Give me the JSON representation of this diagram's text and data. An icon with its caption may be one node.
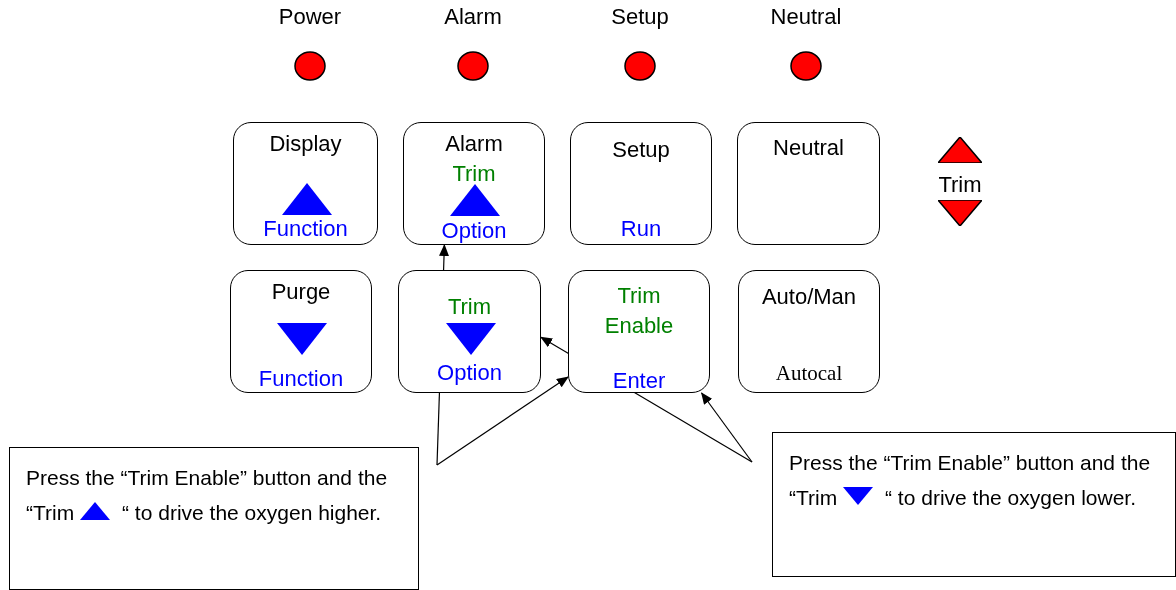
{
  "diagram": {
    "nodes": [
      {
        "text": [
          "Power"
        ]
      },
      {
        "text": [
          "Alarm"
        ]
      },
      {
        "text": [
          "Setup"
        ]
      },
      {
        "text": [
          "Neutral"
        ]
      },
      {
        "text": [
          "Display",
          "Function"
        ]
      },
      {
        "text": [
          "Alarm",
          "Trim",
          "Option"
        ]
      },
      {
        "text": [
          "Setup",
          "Run"
        ]
      },
      {
        "text": [
          "Neutral"
        ]
      },
      {
        "text": [
          "Purge",
          "Function"
        ]
      },
      {
        "text": [
          "Trim",
          "Option"
        ]
      },
      {
        "text": [
          "Trim Enable",
          "Enter"
        ]
      },
      {
        "text": [
          "Auto/Man",
          "Autocal"
        ]
      },
      {
        "text": [
          "Trim"
        ]
      },
      {
        "text": [
          "Press the “Trim Enable” button and the “Trim",
          "“ to drive the oxygen higher."
        ]
      },
      {
        "text": [
          "Press the “Trim Enable” button and the “Trim",
          "“ to drive the oxygen lower."
        ]
      }
    ],
    "edges": [
      {
        "from": 13,
        "to": 5,
        "arrow": "to"
      },
      {
        "from": 13,
        "to": 10,
        "arrow": "to"
      },
      {
        "from": 14,
        "to": 9,
        "arrow": "to"
      },
      {
        "from": 14,
        "to": 10,
        "arrow": "to"
      }
    ]
  }
}
